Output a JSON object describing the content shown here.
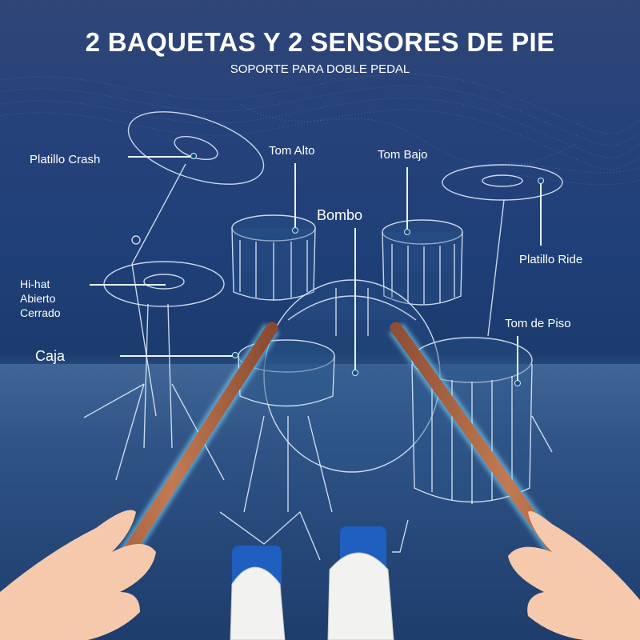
{
  "header": {
    "title": "2 BAQUETAS Y 2 SENSORES DE PIE",
    "subtitle": "SOPORTE PARA DOBLE PEDAL"
  },
  "labels": {
    "crash": "Platillo Crash",
    "tom_alto": "Tom Alto",
    "tom_bajo": "Tom Bajo",
    "bombo": "Bombo",
    "ride": "Platillo Ride",
    "hihat": [
      "Hi-hat",
      "Abierto",
      "Cerrado"
    ],
    "caja": "Caja",
    "tom_piso": "Tom de Piso"
  },
  "colors": {
    "background": "#1f3f78",
    "floor": "#3f6696",
    "wireframe": "#dbe8f7",
    "drumstick": "#b06a48",
    "sensor": "#1e5fc0",
    "text": "#ffffff"
  },
  "illustration": {
    "drum_kit": "wireframe-drum-kit",
    "drumsticks": 2,
    "foot_sensors": 2,
    "hands": 2,
    "shoes": 2
  }
}
